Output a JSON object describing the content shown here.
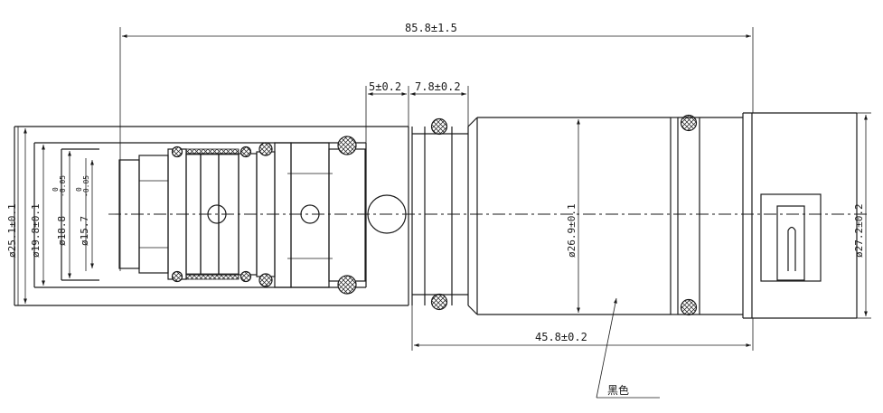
{
  "drawing": {
    "dims": {
      "overall_length": "85.8±1.5",
      "body_length": "45.8±0.2",
      "groove_a": "5±0.2",
      "groove_b": "7.8±0.2",
      "dia_25": "ø25.1±0.1",
      "dia_19": "ø19.8±0.1",
      "dia_18": "ø18.8",
      "dia_18_tol_upper": "0",
      "dia_18_tol_lower": "-0.05",
      "dia_15": "ø15.7",
      "dia_15_tol_upper": "0",
      "dia_15_tol_lower": "-0.05",
      "dia_26": "ø26.9±0.1",
      "dia_27": "ø27.2±0.2"
    },
    "callout": {
      "text": "黑色"
    }
  }
}
